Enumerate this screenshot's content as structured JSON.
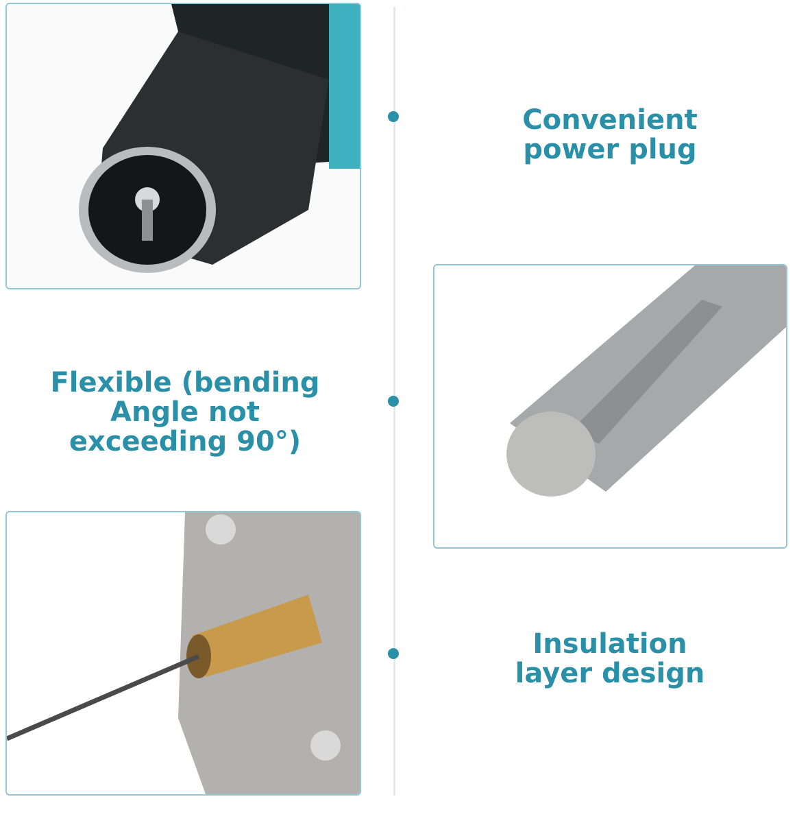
{
  "features": [
    {
      "caption": "Convenient power plug",
      "image": "dc-power-plug-closeup"
    },
    {
      "caption": "Flexible (bending Angle not exceeding 90°)",
      "image": "metal-tip-closeup"
    },
    {
      "caption": "Insulation layer design",
      "image": "brass-chuck-closeup"
    }
  ],
  "colors": {
    "accent": "#2a90a8",
    "border": "#8fc7d6",
    "timeline": "#dfe9ec"
  }
}
